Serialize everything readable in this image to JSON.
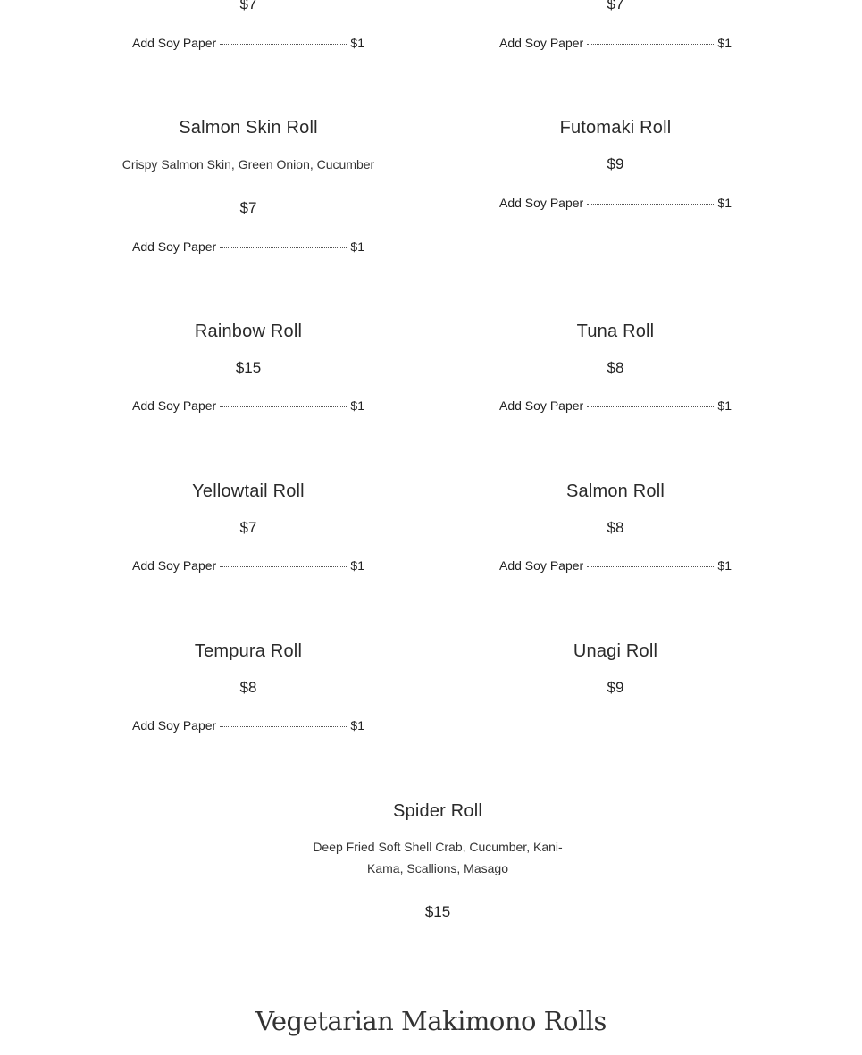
{
  "menu": {
    "top_partial": {
      "left_price": "$7",
      "right_price": "$7",
      "addon_label": "Add Soy Paper",
      "addon_price": "$1"
    },
    "items": {
      "salmon_skin": {
        "name": "Salmon Skin Roll",
        "description": "Crispy Salmon Skin, Green Onion, Cucumber",
        "price": "$7",
        "addon_label": "Add Soy Paper",
        "addon_price": "$1"
      },
      "futomaki": {
        "name": "Futomaki Roll",
        "price": "$9",
        "addon_label": "Add Soy Paper",
        "addon_price": "$1"
      },
      "rainbow": {
        "name": "Rainbow Roll",
        "price": "$15",
        "addon_label": "Add Soy Paper",
        "addon_price": "$1"
      },
      "tuna": {
        "name": "Tuna Roll",
        "price": "$8",
        "addon_label": "Add Soy Paper",
        "addon_price": "$1"
      },
      "yellowtail": {
        "name": "Yellowtail Roll",
        "price": "$7",
        "addon_label": "Add Soy Paper",
        "addon_price": "$1"
      },
      "salmon": {
        "name": "Salmon Roll",
        "price": "$8",
        "addon_label": "Add Soy Paper",
        "addon_price": "$1"
      },
      "tempura": {
        "name": "Tempura Roll",
        "price": "$8",
        "addon_label": "Add Soy Paper",
        "addon_price": "$1"
      },
      "unagi": {
        "name": "Unagi Roll",
        "price": "$9"
      },
      "spider": {
        "name": "Spider Roll",
        "description_line1": "Deep Fried Soft Shell Crab, Cucumber, Kani-",
        "description_line2": "Kama, Scallions, Masago",
        "price": "$15"
      }
    },
    "next_section_title": "Vegetarian Makimono Rolls"
  }
}
